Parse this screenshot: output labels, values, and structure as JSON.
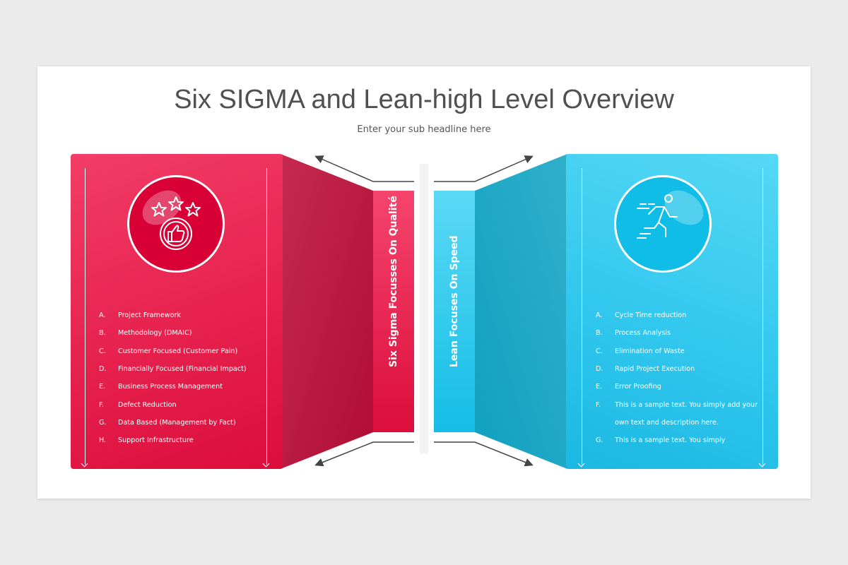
{
  "header": {
    "title": "Six SIGMA and Lean-high Level Overview",
    "subtitle": "Enter your sub headline here"
  },
  "left_panel": {
    "icon": "stars-thumbs-up-icon",
    "color": "#e51f4b",
    "side_label": "Six Sigma Focusses On Qualité",
    "items": [
      {
        "key": "A.",
        "text": "Project Framework"
      },
      {
        "key": "B.",
        "text": "Methodology (DMAIC)"
      },
      {
        "key": "C.",
        "text": "Customer Focused (Customer Pain)"
      },
      {
        "key": "D.",
        "text": "Financially Focused (Financial Impact)"
      },
      {
        "key": "E.",
        "text": "Business Process Management"
      },
      {
        "key": "F.",
        "text": "Defect Reduction"
      },
      {
        "key": "G.",
        "text": "Data Based (Management by Fact)"
      },
      {
        "key": "H.",
        "text": "Support Infrastructure"
      }
    ]
  },
  "right_panel": {
    "icon": "running-person-icon",
    "color": "#35c9ef",
    "side_label": "Lean Focuses On Speed",
    "items": [
      {
        "key": "A.",
        "text": "Cycle Time reduction"
      },
      {
        "key": "B.",
        "text": "Process Analysis"
      },
      {
        "key": "C.",
        "text": "Elimination of Waste"
      },
      {
        "key": "D.",
        "text": "Rapid Project Execution"
      },
      {
        "key": "E.",
        "text": "Error Proofing"
      },
      {
        "key": "F.",
        "text": "This is a sample text. You simply add your"
      },
      {
        "key": "",
        "text": "own text and description here."
      },
      {
        "key": "G.",
        "text": "This is a sample text. You simply"
      }
    ]
  }
}
